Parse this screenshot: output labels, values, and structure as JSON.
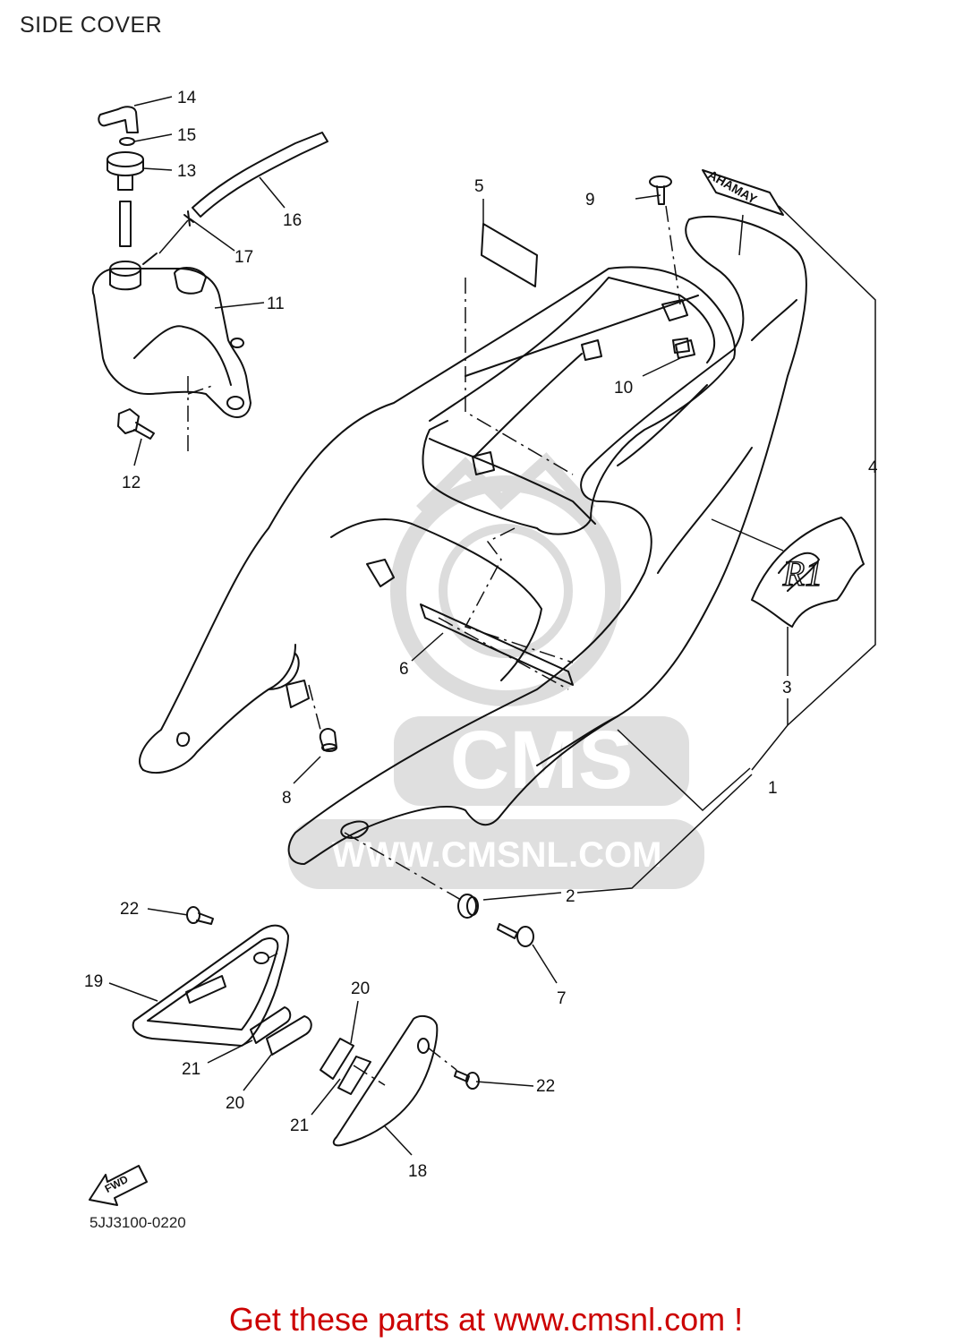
{
  "diagram": {
    "title": "SIDE COVER",
    "part_code": "5JJ3100-0220",
    "fwd_label": "FWD",
    "watermark": {
      "brand": "CMS",
      "site": "WWW.CMSNL.COM"
    },
    "decals": {
      "brand": "YAMAHA",
      "model": "R1"
    },
    "callouts": [
      "1",
      "2",
      "3",
      "4",
      "5",
      "6",
      "7",
      "8",
      "9",
      "10",
      "11",
      "12",
      "13",
      "14",
      "15",
      "16",
      "17",
      "18",
      "19",
      "20",
      "20",
      "21",
      "21",
      "22",
      "22"
    ],
    "promo": {
      "text": "Get these parts at www.cmsnl.com !",
      "color": "#cc0000"
    },
    "colors": {
      "line": "#111111",
      "watermark": "#d9d9d9",
      "background": "#ffffff"
    }
  }
}
